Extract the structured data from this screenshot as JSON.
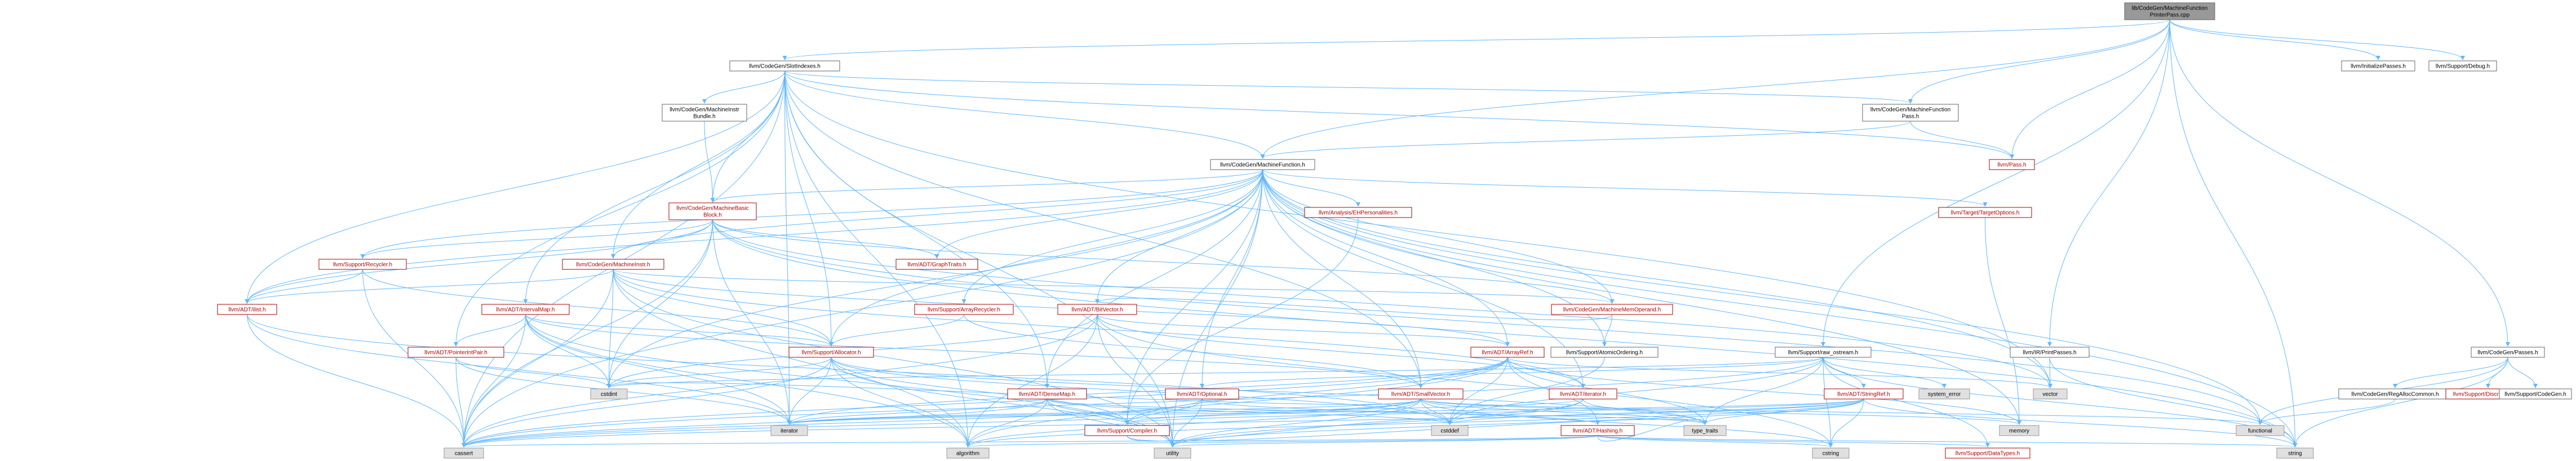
{
  "colors": {
    "edge": "#63b8ff",
    "node_border_red": "#b20000",
    "node_border_gray": "#999999",
    "node_border_black": "#666666",
    "root_fill": "#999999",
    "gray_fill": "#e0e0e0",
    "white_fill": "#ffffff",
    "red_text": "#b20000",
    "black_text": "#000000"
  },
  "nodes": [
    {
      "id": "root",
      "lines": [
        "lib/CodeGen/MachineFunction",
        "PrinterPass.cpp"
      ],
      "kind": "root"
    },
    {
      "id": "slotindexes",
      "lines": [
        "llvm/CodeGen/SlotIndexes.h"
      ],
      "kind": "normal"
    },
    {
      "id": "initpasses",
      "lines": [
        "llvm/InitializePasses.h"
      ],
      "kind": "normal"
    },
    {
      "id": "debug",
      "lines": [
        "llvm/Support/Debug.h"
      ],
      "kind": "normal"
    },
    {
      "id": "mibundle",
      "lines": [
        "llvm/CodeGen/MachineInstr",
        "Bundle.h"
      ],
      "kind": "normal"
    },
    {
      "id": "mfpass",
      "lines": [
        "llvm/CodeGen/MachineFunction",
        "Pass.h"
      ],
      "kind": "normal"
    },
    {
      "id": "pass",
      "lines": [
        "llvm/Pass.h"
      ],
      "kind": "red"
    },
    {
      "id": "mf",
      "lines": [
        "llvm/CodeGen/MachineFunction.h"
      ],
      "kind": "normal"
    },
    {
      "id": "mbb",
      "lines": [
        "llvm/CodeGen/MachineBasic",
        "Block.h"
      ],
      "kind": "red"
    },
    {
      "id": "ehpers",
      "lines": [
        "llvm/Analysis/EHPersonalities.h"
      ],
      "kind": "red"
    },
    {
      "id": "targetopts",
      "lines": [
        "llvm/Target/TargetOptions.h"
      ],
      "kind": "red"
    },
    {
      "id": "recycler",
      "lines": [
        "llvm/Support/Recycler.h"
      ],
      "kind": "red"
    },
    {
      "id": "minstr",
      "lines": [
        "llvm/CodeGen/MachineInstr.h"
      ],
      "kind": "red"
    },
    {
      "id": "graphtraits",
      "lines": [
        "llvm/ADT/GraphTraits.h"
      ],
      "kind": "red"
    },
    {
      "id": "ilist",
      "lines": [
        "llvm/ADT/ilist.h"
      ],
      "kind": "red"
    },
    {
      "id": "intervalmap",
      "lines": [
        "llvm/ADT/IntervalMap.h"
      ],
      "kind": "red"
    },
    {
      "id": "arrayrecycler",
      "lines": [
        "llvm/Support/ArrayRecycler.h"
      ],
      "kind": "red"
    },
    {
      "id": "bitvector",
      "lines": [
        "llvm/ADT/BitVector.h"
      ],
      "kind": "red"
    },
    {
      "id": "mmoperand",
      "lines": [
        "llvm/CodeGen/MachineMemOperand.h"
      ],
      "kind": "red"
    },
    {
      "id": "atomicordering",
      "lines": [
        "llvm/Support/AtomicOrdering.h"
      ],
      "kind": "normal"
    },
    {
      "id": "rawostream",
      "lines": [
        "llvm/Support/raw_ostream.h"
      ],
      "kind": "normal"
    },
    {
      "id": "printpasses",
      "lines": [
        "llvm/IR/PrintPasses.h"
      ],
      "kind": "normal"
    },
    {
      "id": "cgpasses",
      "lines": [
        "llvm/CodeGen/Passes.h"
      ],
      "kind": "normal"
    },
    {
      "id": "pointerintpair",
      "lines": [
        "llvm/ADT/PointerIntPair.h"
      ],
      "kind": "red"
    },
    {
      "id": "allocator",
      "lines": [
        "llvm/Support/Allocator.h"
      ],
      "kind": "red"
    },
    {
      "id": "arrayref",
      "lines": [
        "llvm/ADT/ArrayRef.h"
      ],
      "kind": "red"
    },
    {
      "id": "stringref",
      "lines": [
        "llvm/ADT/StringRef.h"
      ],
      "kind": "red"
    },
    {
      "id": "regalloccommon",
      "lines": [
        "llvm/CodeGen/RegAllocCommon.h"
      ],
      "kind": "normal"
    },
    {
      "id": "discriminator",
      "lines": [
        "llvm/Support/Discriminator.h"
      ],
      "kind": "red"
    },
    {
      "id": "supcodegen",
      "lines": [
        "llvm/Support/CodeGen.h"
      ],
      "kind": "normal"
    },
    {
      "id": "densemap",
      "lines": [
        "llvm/ADT/DenseMap.h"
      ],
      "kind": "red"
    },
    {
      "id": "optional",
      "lines": [
        "llvm/ADT/Optional.h"
      ],
      "kind": "red"
    },
    {
      "id": "smallvector",
      "lines": [
        "llvm/ADT/SmallVector.h"
      ],
      "kind": "red"
    },
    {
      "id": "iteratorh",
      "lines": [
        "llvm/ADT/iterator.h"
      ],
      "kind": "red"
    },
    {
      "id": "hashing",
      "lines": [
        "llvm/ADT/Hashing.h"
      ],
      "kind": "red"
    },
    {
      "id": "compiler",
      "lines": [
        "llvm/Support/Compiler.h"
      ],
      "kind": "red"
    },
    {
      "id": "datatypes",
      "lines": [
        "llvm/Support/DataTypes.h"
      ],
      "kind": "red"
    },
    {
      "id": "systemerror",
      "lines": [
        "system_error"
      ],
      "kind": "gray"
    },
    {
      "id": "vector",
      "lines": [
        "vector"
      ],
      "kind": "gray"
    },
    {
      "id": "cstdint",
      "lines": [
        "cstdint"
      ],
      "kind": "gray"
    },
    {
      "id": "iterator",
      "lines": [
        "iterator"
      ],
      "kind": "gray"
    },
    {
      "id": "cassert",
      "lines": [
        "cassert"
      ],
      "kind": "gray"
    },
    {
      "id": "algorithm",
      "lines": [
        "algorithm"
      ],
      "kind": "gray"
    },
    {
      "id": "utility",
      "lines": [
        "utility"
      ],
      "kind": "gray"
    },
    {
      "id": "cstddef",
      "lines": [
        "cstddef"
      ],
      "kind": "gray"
    },
    {
      "id": "typetraits",
      "lines": [
        "type_traits"
      ],
      "kind": "gray"
    },
    {
      "id": "memory",
      "lines": [
        "memory"
      ],
      "kind": "gray"
    },
    {
      "id": "functional",
      "lines": [
        "functional"
      ],
      "kind": "gray"
    },
    {
      "id": "cstring",
      "lines": [
        "cstring"
      ],
      "kind": "gray"
    },
    {
      "id": "string",
      "lines": [
        "string"
      ],
      "kind": "gray"
    }
  ],
  "edges": [
    [
      "root",
      "slotindexes"
    ],
    [
      "root",
      "initpasses"
    ],
    [
      "root",
      "debug"
    ],
    [
      "root",
      "mfpass"
    ],
    [
      "root",
      "mf"
    ],
    [
      "root",
      "pass"
    ],
    [
      "root",
      "rawostream"
    ],
    [
      "root",
      "printpasses"
    ],
    [
      "root",
      "cgpasses"
    ],
    [
      "root",
      "string"
    ],
    [
      "slotindexes",
      "mibundle"
    ],
    [
      "slotindexes",
      "mfpass"
    ],
    [
      "slotindexes",
      "mf"
    ],
    [
      "slotindexes",
      "mbb"
    ],
    [
      "slotindexes",
      "minstr"
    ],
    [
      "slotindexes",
      "ilist"
    ],
    [
      "slotindexes",
      "intervalmap"
    ],
    [
      "slotindexes",
      "pointerintpair"
    ],
    [
      "slotindexes",
      "allocator"
    ],
    [
      "slotindexes",
      "densemap"
    ],
    [
      "slotindexes",
      "smallvector"
    ],
    [
      "slotindexes",
      "cassert"
    ],
    [
      "slotindexes",
      "algorithm"
    ],
    [
      "slotindexes",
      "iterator"
    ],
    [
      "slotindexes",
      "utility"
    ],
    [
      "slotindexes",
      "vector"
    ],
    [
      "slotindexes",
      "pass"
    ],
    [
      "mibundle",
      "mbb"
    ],
    [
      "mfpass",
      "mf"
    ],
    [
      "mfpass",
      "pass"
    ],
    [
      "mf",
      "mbb"
    ],
    [
      "mf",
      "ehpers"
    ],
    [
      "mf",
      "targetopts"
    ],
    [
      "mf",
      "recycler"
    ],
    [
      "mf",
      "minstr"
    ],
    [
      "mf",
      "graphtraits"
    ],
    [
      "mf",
      "ilist"
    ],
    [
      "mf",
      "arrayrecycler"
    ],
    [
      "mf",
      "bitvector"
    ],
    [
      "mf",
      "mmoperand"
    ],
    [
      "mf",
      "atomicordering"
    ],
    [
      "mf",
      "allocator"
    ],
    [
      "mf",
      "arrayref"
    ],
    [
      "mf",
      "densemap"
    ],
    [
      "mf",
      "optional"
    ],
    [
      "mf",
      "smallvector"
    ],
    [
      "mf",
      "iteratorh"
    ],
    [
      "mf",
      "compiler"
    ],
    [
      "mf",
      "cassert"
    ],
    [
      "mf",
      "cstdint"
    ],
    [
      "mf",
      "utility"
    ],
    [
      "mf",
      "vector"
    ],
    [
      "mf",
      "memory"
    ],
    [
      "mf",
      "functional"
    ],
    [
      "mf",
      "string"
    ],
    [
      "mbb",
      "recycler"
    ],
    [
      "mbb",
      "minstr"
    ],
    [
      "mbb",
      "graphtraits"
    ],
    [
      "mbb",
      "ilist"
    ],
    [
      "mbb",
      "mmoperand"
    ],
    [
      "mbb",
      "cassert"
    ],
    [
      "mbb",
      "cstdint"
    ],
    [
      "mbb",
      "iterator"
    ],
    [
      "mbb",
      "functional"
    ],
    [
      "mbb",
      "string"
    ],
    [
      "mbb",
      "vector"
    ],
    [
      "ehpers",
      "compiler"
    ],
    [
      "targetopts",
      "memory"
    ],
    [
      "recycler",
      "allocator"
    ],
    [
      "recycler",
      "ilist"
    ],
    [
      "recycler",
      "cassert"
    ],
    [
      "minstr",
      "ilist"
    ],
    [
      "minstr",
      "allocator"
    ],
    [
      "minstr",
      "arrayref"
    ],
    [
      "minstr",
      "mmoperand"
    ],
    [
      "minstr",
      "cstdint"
    ],
    [
      "minstr",
      "utility"
    ],
    [
      "minstr",
      "algorithm"
    ],
    [
      "minstr",
      "cassert"
    ],
    [
      "minstr",
      "iteratorh"
    ],
    [
      "ilist",
      "cassert"
    ],
    [
      "ilist",
      "cstddef"
    ],
    [
      "ilist",
      "iterator"
    ],
    [
      "intervalmap",
      "pointerintpair"
    ],
    [
      "intervalmap",
      "allocator"
    ],
    [
      "intervalmap",
      "smallvector"
    ],
    [
      "intervalmap",
      "cassert"
    ],
    [
      "intervalmap",
      "cstdint"
    ],
    [
      "intervalmap",
      "iterator"
    ],
    [
      "intervalmap",
      "algorithm"
    ],
    [
      "intervalmap",
      "utility"
    ],
    [
      "intervalmap",
      "new_placeholder"
    ],
    [
      "arrayrecycler",
      "allocator"
    ],
    [
      "arrayrecycler",
      "smallvector"
    ],
    [
      "bitvector",
      "arrayref"
    ],
    [
      "bitvector",
      "iteratorh"
    ],
    [
      "bitvector",
      "cstdint"
    ],
    [
      "bitvector",
      "algorithm"
    ],
    [
      "bitvector",
      "cassert"
    ],
    [
      "bitvector",
      "utility"
    ],
    [
      "bitvector",
      "cstring"
    ],
    [
      "mmoperand",
      "atomicordering"
    ],
    [
      "mmoperand",
      "bitvector"
    ],
    [
      "atomicordering",
      "cstddef"
    ],
    [
      "rawostream",
      "stringref"
    ],
    [
      "rawostream",
      "datatypes"
    ],
    [
      "rawostream",
      "systemerror"
    ],
    [
      "rawostream",
      "cassert"
    ],
    [
      "rawostream",
      "cstdint"
    ],
    [
      "rawostream",
      "cstddef"
    ],
    [
      "rawostream",
      "cstring"
    ],
    [
      "rawostream",
      "string"
    ],
    [
      "rawostream",
      "typetraits"
    ],
    [
      "rawostream",
      "optional"
    ],
    [
      "printpasses",
      "vector"
    ],
    [
      "printpasses",
      "string"
    ],
    [
      "cgpasses",
      "regalloccommon"
    ],
    [
      "cgpasses",
      "discriminator"
    ],
    [
      "cgpasses",
      "supcodegen"
    ],
    [
      "cgpasses",
      "functional"
    ],
    [
      "cgpasses",
      "string"
    ],
    [
      "regalloccommon",
      "functional"
    ],
    [
      "pointerintpair",
      "cassert"
    ],
    [
      "pointerintpair",
      "cstdint"
    ],
    [
      "pointerintpair",
      "iterator"
    ],
    [
      "allocator",
      "compiler"
    ],
    [
      "allocator",
      "cassert"
    ],
    [
      "allocator",
      "cstddef"
    ],
    [
      "allocator",
      "cstdint"
    ],
    [
      "allocator",
      "iterator"
    ],
    [
      "allocator",
      "typetraits"
    ],
    [
      "allocator",
      "utility"
    ],
    [
      "allocator",
      "algorithm"
    ],
    [
      "arrayref",
      "hashing"
    ],
    [
      "arrayref",
      "smallvector"
    ],
    [
      "arrayref",
      "compiler"
    ],
    [
      "arrayref",
      "algorithm"
    ],
    [
      "arrayref",
      "cassert"
    ],
    [
      "arrayref",
      "cstddef"
    ],
    [
      "arrayref",
      "iterator"
    ],
    [
      "arrayref",
      "memory"
    ],
    [
      "arrayref",
      "typetraits"
    ],
    [
      "arrayref",
      "vector"
    ],
    [
      "stringref",
      "compiler"
    ],
    [
      "stringref",
      "algorithm"
    ],
    [
      "stringref",
      "cassert"
    ],
    [
      "stringref",
      "cstddef"
    ],
    [
      "stringref",
      "cstring"
    ],
    [
      "stringref",
      "iterator"
    ],
    [
      "stringref",
      "limits"
    ],
    [
      "stringref",
      "string"
    ],
    [
      "stringref",
      "typetraits"
    ],
    [
      "stringref",
      "utility"
    ],
    [
      "densemap",
      "compiler"
    ],
    [
      "densemap",
      "algorithm"
    ],
    [
      "densemap",
      "cassert"
    ],
    [
      "densemap",
      "cstddef"
    ],
    [
      "densemap",
      "iterator"
    ],
    [
      "densemap",
      "typetraits"
    ],
    [
      "densemap",
      "utility"
    ],
    [
      "optional",
      "hashing"
    ],
    [
      "optional",
      "compiler"
    ],
    [
      "optional",
      "cassert"
    ],
    [
      "optional",
      "new_placeholder"
    ],
    [
      "optional",
      "utility"
    ],
    [
      "smallvector",
      "compiler"
    ],
    [
      "smallvector",
      "algorithm"
    ],
    [
      "smallvector",
      "cassert"
    ],
    [
      "smallvector",
      "cstddef"
    ],
    [
      "smallvector",
      "cstring"
    ],
    [
      "smallvector",
      "functional"
    ],
    [
      "smallvector",
      "iterator"
    ],
    [
      "smallvector",
      "memory"
    ],
    [
      "smallvector",
      "typetraits"
    ],
    [
      "smallvector",
      "utility"
    ],
    [
      "smallvector",
      "cstdint"
    ],
    [
      "iteratorh",
      "iterator"
    ],
    [
      "iteratorh",
      "cstddef"
    ],
    [
      "iteratorh",
      "typetraits"
    ],
    [
      "iteratorh",
      "utility"
    ],
    [
      "hashing",
      "datatypes"
    ],
    [
      "hashing",
      "algorithm"
    ],
    [
      "hashing",
      "cassert"
    ],
    [
      "hashing",
      "cstring"
    ],
    [
      "hashing",
      "string"
    ],
    [
      "hashing",
      "utility"
    ],
    [
      "hashing",
      "typetraits"
    ],
    [
      "compiler",
      "cstddef"
    ],
    [
      "compiler",
      "typetraits"
    ]
  ]
}
